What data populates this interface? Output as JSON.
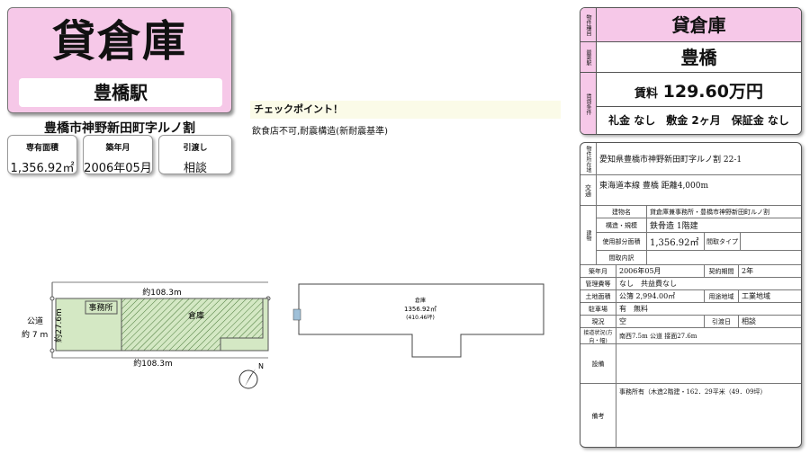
{
  "title": {
    "type": "貸倉庫",
    "station": "豊橋駅",
    "address": "豊橋市神野新田町字ルノ割"
  },
  "infoboxes": [
    {
      "label": "専有面積",
      "value": "1,356.92㎡"
    },
    {
      "label": "築年月",
      "value": "2006年05月"
    },
    {
      "label": "引渡し",
      "value": "相談"
    }
  ],
  "checkpoint": {
    "title": "チェックポイント！",
    "text": "飲食店不可,耐震構造(新耐震基準)"
  },
  "site_map": {
    "top_dim": "約108.3m",
    "bottom_dim": "約108.3m",
    "side_dim": "約27.6m",
    "road_label": "公道",
    "road_width": "約 7 m",
    "office": "事務所",
    "warehouse": "倉庫",
    "north": "N"
  },
  "floor_plan": {
    "label": "倉庫",
    "area": "1356.92㎡",
    "tsubo": "(410.46坪)"
  },
  "summary": {
    "type_label": "物件種目",
    "type": "貸倉庫",
    "station_label": "最寄駅",
    "station": "豊橋",
    "rent_label": "賃貸条件",
    "rent_prefix": "賃料",
    "rent": "129.60万円",
    "conditions": "礼金 なし　敷金 2ヶ月　保証金 なし"
  },
  "details": {
    "location_label": "物件所在地",
    "location": "愛知県豊橋市神野新田町字ルノ割 22-1",
    "traffic_label": "交通",
    "traffic": "東海道本線 豊橋 距離4,000m",
    "building_label": "建物",
    "building_name_label": "建物名",
    "building_name": "貸倉庫兼事務所・豊橋市神野新田町ルノ割",
    "structure_label": "構造・規模",
    "structure": "鉄骨造 1階建",
    "area_label": "使用部分面積",
    "area": "1,356.92㎡",
    "floor_type_label": "間取タイプ",
    "floor_detail_label": "間取内訳",
    "built_label": "築年月",
    "built": "2006年05月",
    "contract_label": "契約期間",
    "contract": "2年",
    "mgmt_label": "管理費等",
    "mgmt": "なし　共益費なし",
    "land_label": "土地面積",
    "land": "公簿 2,994.00㎡",
    "zone_label": "用途地域",
    "zone": "工業地域",
    "parking_label": "駐車場",
    "parking": "有　無料",
    "status_label": "現況",
    "status": "空",
    "handover_label": "引渡日",
    "handover": "相談",
    "road_label": "接道状況(方向・幅)",
    "road": "南西7.5m 公道 接面27.6m",
    "equip_label": "設備",
    "remarks_label": "備考",
    "remarks": "事務所有（木造2階建・162．29平米（49．09坪）"
  }
}
